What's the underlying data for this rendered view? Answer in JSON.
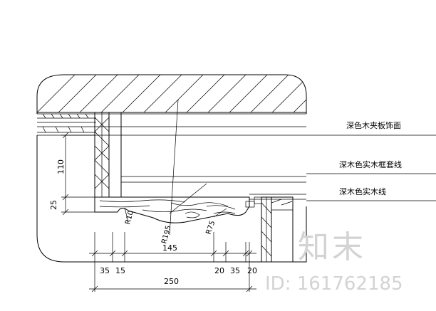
{
  "callouts": [
    {
      "id": "veneer",
      "text": "深色木夹板饰面"
    },
    {
      "id": "frame-trim",
      "text": "深木色实木框套线"
    },
    {
      "id": "wood-trim",
      "text": "深木色实木线"
    }
  ],
  "dimensions": {
    "vertical": [
      "110",
      "25"
    ],
    "radii": [
      "R10",
      "R195",
      "R75"
    ],
    "horizontal_top": "145",
    "horizontal_row": [
      "35",
      "15",
      "20",
      "35",
      "20"
    ],
    "total": "250"
  },
  "watermark": {
    "logo_text": "知末",
    "id_text": "ID: 161762185"
  }
}
